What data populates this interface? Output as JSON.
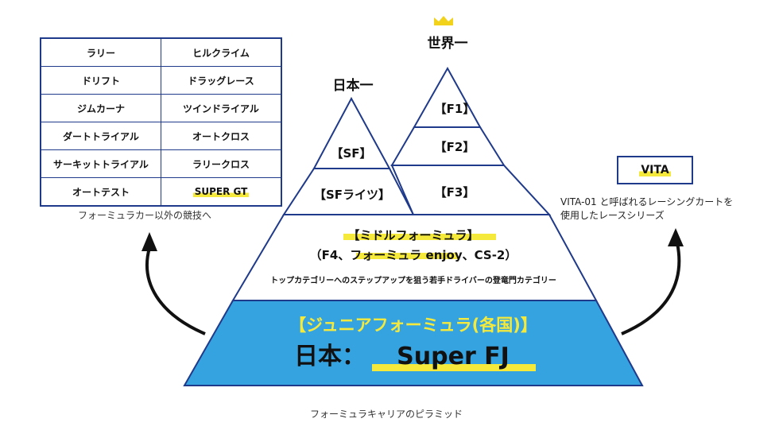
{
  "table": {
    "rows": [
      [
        "ラリー",
        "ヒルクライム"
      ],
      [
        "ドリフト",
        "ドラッグレース"
      ],
      [
        "ジムカーナ",
        "ツインドライアル"
      ],
      [
        "ダートトライアル",
        "オートクロス"
      ],
      [
        "サーキットトライアル",
        "ラリークロス"
      ],
      [
        "オートテスト",
        "SUPER GT"
      ]
    ],
    "caption": "フォーミュラカー以外の競技へ"
  },
  "pyramid": {
    "left_peak_label": "日本一",
    "right_peak_label": "世界一",
    "crown_icon": "crown-icon",
    "sf": "【SF】",
    "sf_lights": "【SFライツ】",
    "f1": "【F1】",
    "f2": "【F2】",
    "f3": "【F3】",
    "middle_title": "【ミドルフォーミュラ】",
    "middle_sub": "（F4、フォーミュラ enjoy、CS-2）",
    "middle_desc": "トップカテゴリーへのステップアップを狙う若手ドライバーの登竜門カテゴリー",
    "junior_title": "【ジュニアフォーミュラ(各国)】",
    "junior_jp_prefix": "日本：",
    "junior_jp_series": "Super FJ",
    "caption": "フォーミュラキャリアのピラミッド"
  },
  "vita": {
    "label": "VITA",
    "desc_line1": "VITA-01 と呼ばれるレーシングカートを",
    "desc_line2": "使用したレースシリーズ"
  },
  "colors": {
    "outline": "#1f3a8a",
    "base_fill": "#36a3e1",
    "highlight": "#f5ea3c",
    "crown": "#f2d21b"
  }
}
